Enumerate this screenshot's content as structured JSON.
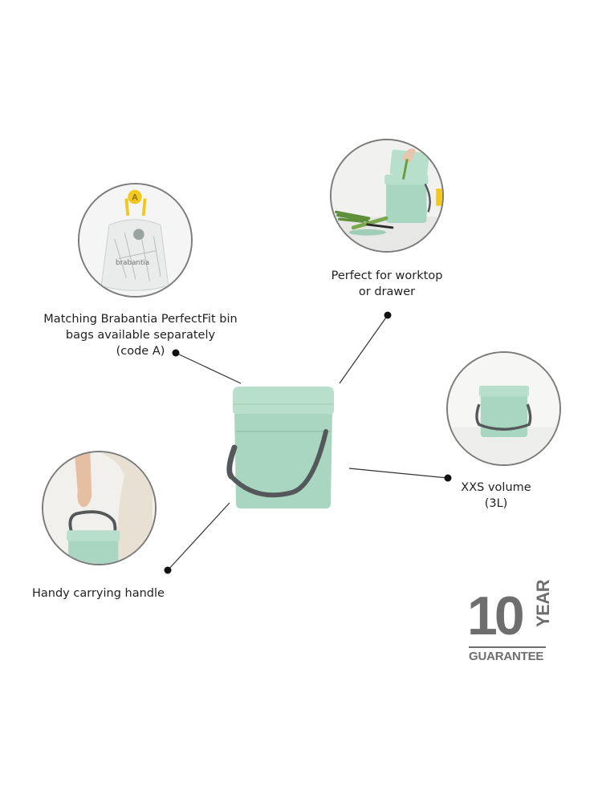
{
  "features": {
    "bags": {
      "lines": [
        "Matching Brabantia PerfectFit bin",
        "bags available separately",
        "(code A)"
      ],
      "bag_brand": "brabantia",
      "tag_letter": "A"
    },
    "worktop": {
      "lines": [
        "Perfect for worktop",
        "or drawer"
      ]
    },
    "volume": {
      "lines": [
        "XXS volume",
        "(3L)"
      ]
    },
    "handle": {
      "lines": [
        "Handy carrying handle"
      ]
    }
  },
  "guarantee": {
    "number": "10",
    "unit": "YEAR",
    "word": "GUARANTEE"
  },
  "colors": {
    "bin_body": "#a9d6c1",
    "bin_lid": "#b7dfcc",
    "handle": "#55585a",
    "circle_border": "#7b7b7b",
    "badge": "#6e6e6e",
    "tag_yellow": "#f2c81f"
  }
}
